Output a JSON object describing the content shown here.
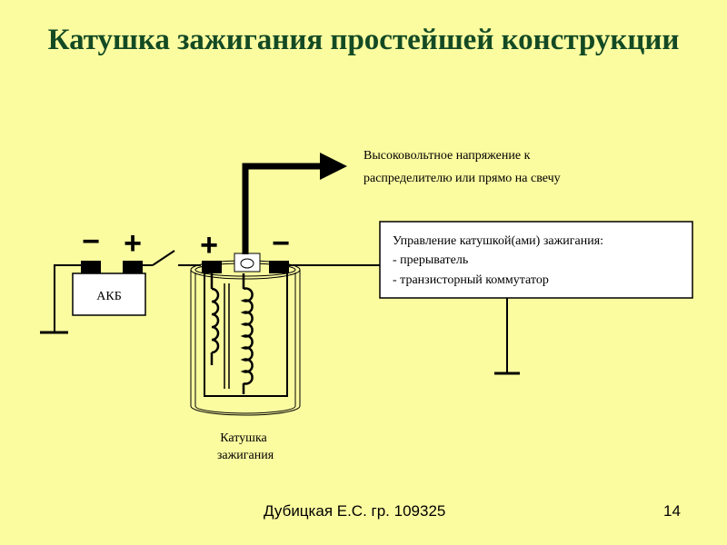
{
  "slide": {
    "title": "Катушка зажигания простейшей конструкции",
    "footer_author": "Дубицкая Е.С. гр. 109325",
    "page_number": "14"
  },
  "diagram": {
    "battery_label": "АКБ",
    "battery_minus": "−",
    "battery_plus": "+",
    "coil_plus": "+",
    "coil_minus": "−",
    "coil_label_line1": "Катушка",
    "coil_label_line2": "зажигания",
    "hv_label_line1": "Высоковольтное напряжение к",
    "hv_label_line2": "распределителю или прямо на свечу",
    "control_line1": "Управление катушкой(ами) зажигания:",
    "control_line2": "- прерыватель",
    "control_line3": "- транзисторный коммутатор"
  },
  "colors": {
    "background": "#fbfba0",
    "title": "#134a24"
  }
}
